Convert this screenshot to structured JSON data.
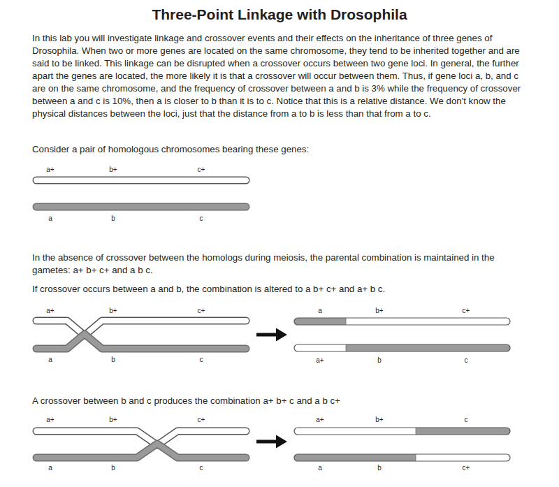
{
  "diagram": {
    "title": "Three-Point Linkage with Drosophila",
    "labels": [
      "In this lab you will investigate linkage and crossover events and their effects on the inheritance of three genes of Drosophila. When two or more genes are located on the same chromosome, they tend to be inherited together and are said to be linked. This linkage can be disrupted when a crossover occurs between two gene loci. In general, the further apart the genes are located, the more likely it is that a crossover will occur between them. Thus, if gene loci a, b, and c are on the same chromosome, and the frequency of crossover between a and b is 3% while the frequency of crossover between a and c is 10%, then a is closer to b than it is to c. Notice that this is a relative distance. We don't know the physical distances between the loci, just that the distance from a to b is less than that from a to c.",
      "Consider a pair of homologous chromosomes bearing these genes:",
      "a+",
      "b+",
      "c+",
      "a",
      "b",
      "c",
      "In the absence of crossover between the homologs during meiosis, the parental combination is maintained in the gametes: a+ b+ c+ and a b c.",
      "If crossover occurs between a and b, the combination is altered to a b+ c+ and a+ b c.",
      "a+",
      "b+",
      "c+",
      "a",
      "b",
      "c",
      "a",
      "b+",
      "c+",
      "a+",
      "b",
      "c",
      "A crossover between b and c produces the combination a+ b+ c and a b c+",
      "a+",
      "b+",
      "c+",
      "a",
      "b",
      "c",
      "a+",
      "b+",
      "c",
      "a",
      "b",
      "c+"
    ]
  }
}
